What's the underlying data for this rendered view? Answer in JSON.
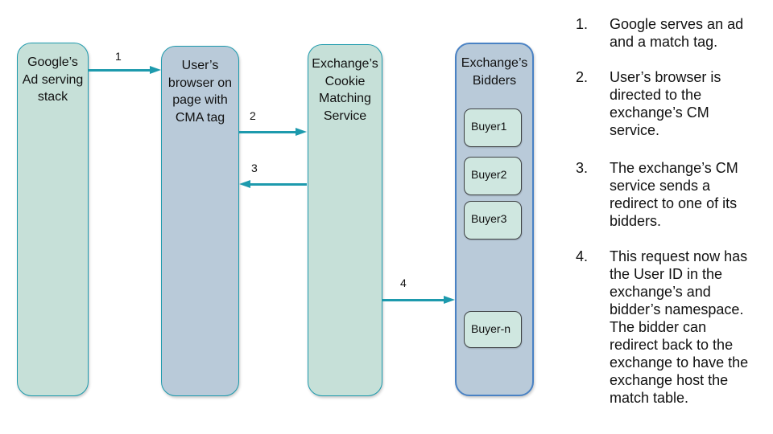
{
  "diagram": {
    "nodes": [
      {
        "id": "google-ad-stack",
        "label": "Google’s\nAd serving\nstack"
      },
      {
        "id": "user-browser",
        "label": "User’s\nbrowser on\npage with\nCMA tag"
      },
      {
        "id": "cookie-matching",
        "label": "Exchange’s\nCookie\nMatching\nService"
      },
      {
        "id": "bidders",
        "label": "Exchange’s\nBidders",
        "buyers": [
          "Buyer1",
          "Buyer2",
          "Buyer3",
          "Buyer-n"
        ]
      }
    ],
    "arrows": [
      {
        "label": "1"
      },
      {
        "label": "2"
      },
      {
        "label": "3"
      },
      {
        "label": "4"
      }
    ]
  },
  "steps": [
    {
      "number": "1.",
      "text": "Google serves an ad\nand a match tag."
    },
    {
      "number": "2.",
      "text": "User’s browser is\ndirected to the\nexchange’s CM\nservice."
    },
    {
      "number": "3.",
      "text": "The exchange’s CM\nservice sends a\nredirect to one of its\nbidders."
    },
    {
      "number": "4.",
      "text": "This request now has\nthe User ID in the\nexchange’s and\nbidder’s namespace.\nThe bidder can\nredirect back to the\nexchange to have the\nexchange host the\nmatch table."
    }
  ],
  "colors": {
    "background": "#ffffff",
    "node_green_fill": "#c6e0d8",
    "node_blue_fill": "#b9cad9",
    "teal_border": "#1d9aad",
    "bidders_blue_border": "#4a82c4",
    "buyer_fill": "#cfe7e0",
    "buyer_border": "#3f4245",
    "arrow": "#1d9aad",
    "text": "#111111"
  }
}
